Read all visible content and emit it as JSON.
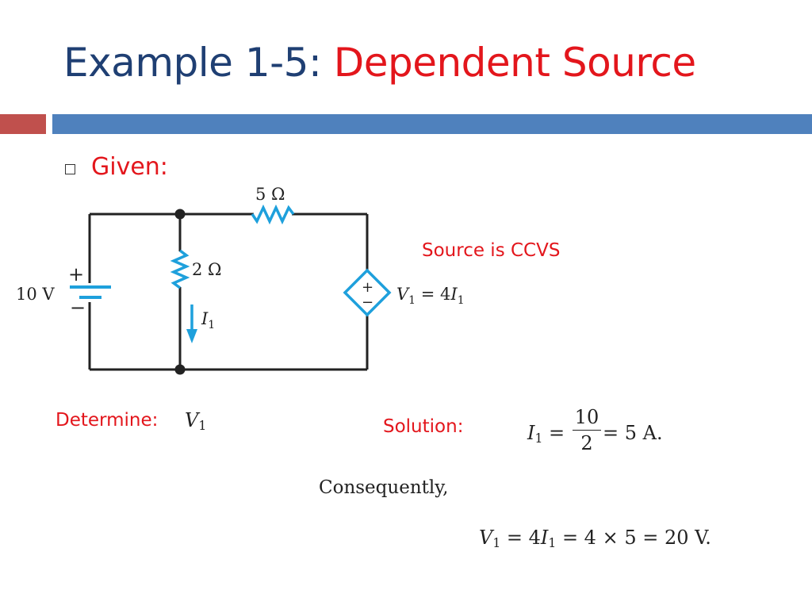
{
  "slide": {
    "title_part1": "Example 1-5: ",
    "title_part2": "Dependent Source",
    "bullet_text": "Given:",
    "source_note": "Source is CCVS",
    "determine_label": "Determine:",
    "determine_var": "V",
    "determine_sub": "1",
    "solution_label": "Solution:",
    "consequently": "Consequently,"
  },
  "circuit": {
    "resistor_top_label": "5 Ω",
    "resistor_left_label": "2 Ω",
    "source_voltage_label": "10 V",
    "current_label": "I",
    "current_sub": "1",
    "plus": "+",
    "minus": "−",
    "dep_source_label": "V",
    "dep_source_sub": "1",
    "dep_source_eq": " = 4",
    "dep_source_var": "I",
    "dep_source_var_sub": "1"
  },
  "equations": {
    "eq1_lhs": "I",
    "eq1_lhs_sub": "1",
    "eq1_eq": " = ",
    "eq1_num": "10",
    "eq1_den": "2",
    "eq1_rhs": " = 5 A.",
    "eq2_lhs": "V",
    "eq2_lhs_sub": "1",
    "eq2_mid": " = 4",
    "eq2_var": "I",
    "eq2_var_sub": "1",
    "eq2_rhs": " = 4 × 5 = 20 V."
  },
  "colors": {
    "title_blue": "#1f3f73",
    "accent_red": "#e3161c",
    "bar_red": "#c0504d",
    "bar_blue": "#4f81bd",
    "component_cyan": "#1ea0dc"
  }
}
